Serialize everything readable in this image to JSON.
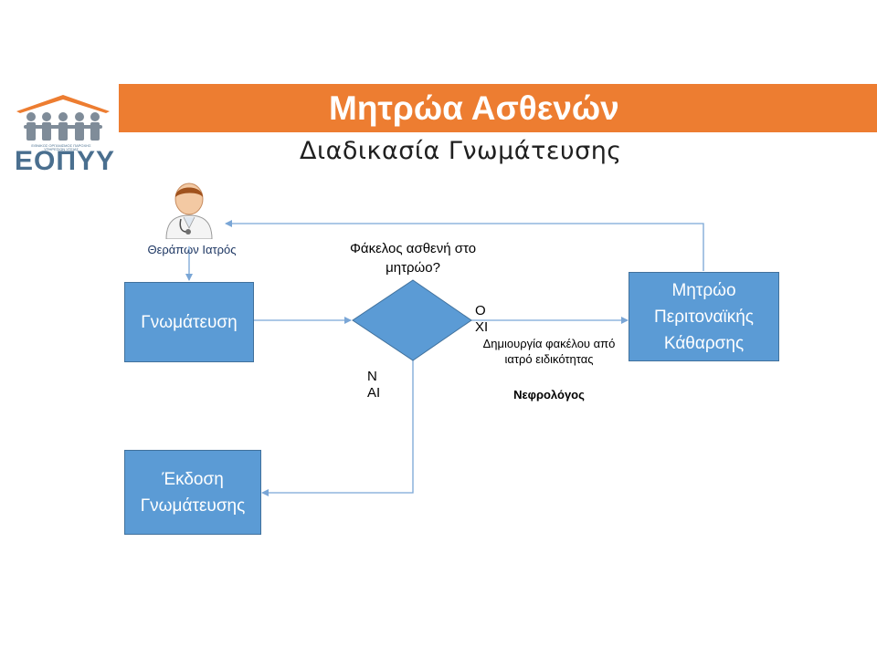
{
  "header": {
    "title": "Μητρώα Ασθενών",
    "subtitle": "Διαδικασία Γνωμάτευσης"
  },
  "logo": {
    "text": "ΕΟΠΥΥ",
    "tagline": "ΕΘΝΙΚΟΣ ΟΡΓΑΝΙΣΜΟΣ ΠΑΡΟΧΗΣ ΥΠΗΡΕΣΙΩΝ ΥΓΕΙΑΣ"
  },
  "diagram": {
    "doctor_label": "Θεράπων Ιατρός",
    "box_opinion": "Γνωμάτευση",
    "decision_question": "Φάκελος ασθενή στο μητρώο?",
    "branch_no": "ΟΧΙ",
    "branch_yes": "ΝΑΙ",
    "registry_box": "Μητρώο Περιτοναϊκής Κάθαρσης",
    "create_file_note": "Δημιουργία φακέλου από ιατρό ειδικότητας",
    "specialist": "Νεφρολόγος",
    "issue_box": "Έκδοση Γνωμάτευσης"
  },
  "colors": {
    "banner": "#ed7d31",
    "box_fill": "#5b9bd5",
    "box_border": "#41719c",
    "arrow": "#7aa6d6"
  }
}
